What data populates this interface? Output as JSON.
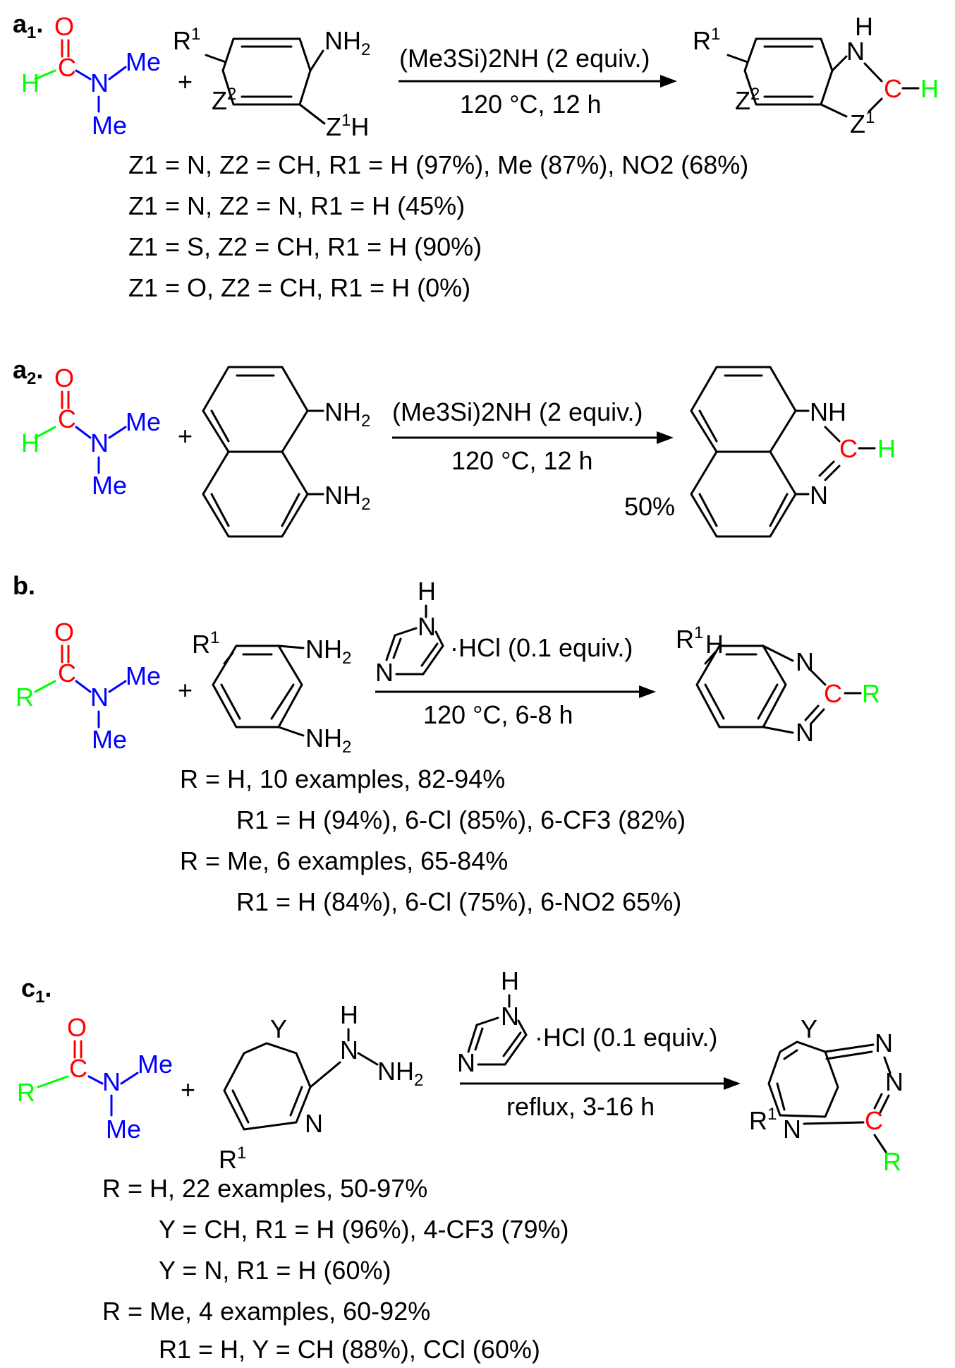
{
  "panels": {
    "a1": {
      "label": "a",
      "label_sub": "1",
      "label_dot": ".",
      "reagent": "(Me3Si)2NH (2 equiv.)",
      "conditions": "120 °C, 12 h",
      "results": [
        "Z1 = N, Z2 = CH, R1 = H (97%), Me (87%), NO2 (68%)",
        "Z1 = N, Z2 = N, R1 = H (45%)",
        "Z1 = S, Z2 = CH, R1 = H (90%)",
        "Z1 = O, Z2 = CH, R1 = H (0%)"
      ]
    },
    "a2": {
      "label": "a",
      "label_sub": "2",
      "label_dot": ".",
      "reagent": "(Me3Si)2NH (2 equiv.)",
      "conditions": "120 °C, 12 h",
      "yield": "50%"
    },
    "b": {
      "label": "b.",
      "reagent": "·HCl (0.1 equiv.)",
      "conditions": "120 °C, 6-8 h",
      "results": [
        "R = H, 10 examples, 82-94%",
        "R1 = H (94%), 6-Cl (85%), 6-CF3 (82%)",
        "R = Me, 6 examples, 65-84%",
        "R1 = H (84%), 6-Cl (75%), 6-NO2 65%)"
      ]
    },
    "c1": {
      "label": "c",
      "label_sub": "1",
      "label_dot": ".",
      "reagent": "·HCl (0.1 equiv.)",
      "conditions": "reflux, 3-16 h",
      "results": [
        "R = H, 22 examples, 50-97%",
        "Y = CH, R1 = H (96%), 4-CF3 (79%)",
        "Y = N, R1 = H (60%)",
        "R = Me, 4 examples, 60-92%",
        "R1 = H, Y = CH (88%), CCl (60%)"
      ]
    }
  },
  "atoms": {
    "O": "O",
    "C": "C",
    "N": "N",
    "H": "H",
    "Me": "Me",
    "R": "R",
    "NH": "NH",
    "NH2": "NH",
    "two": "2",
    "one": "1",
    "plus": "+",
    "Z": "Z",
    "Y": "Y",
    "R1": "R",
    "NH_top": "H"
  },
  "colors": {
    "carbonyl_c_o": "#ff0000",
    "amine_n_me": "#0000ff",
    "substituent_r_h": "#00ff00",
    "text": "#000000"
  }
}
